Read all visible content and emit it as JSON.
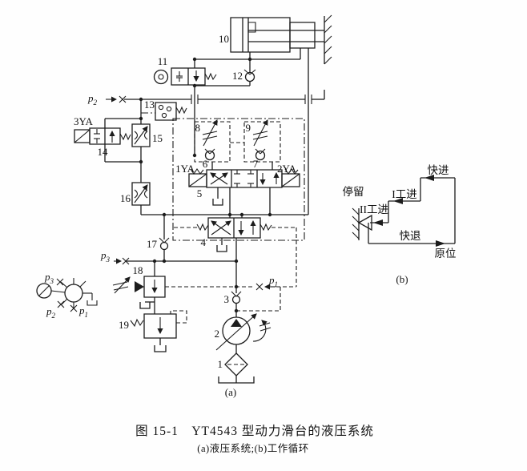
{
  "figure": {
    "caption_title": "图 15-1　YT4543 型动力滑台的液压系统",
    "caption_sub": "(a)液压系统;(b)工作循环",
    "label_a": "(a)",
    "label_b": "(b)"
  },
  "labels": {
    "n1": "1",
    "n2": "2",
    "n3": "3",
    "n4": "4",
    "n5": "5",
    "n6": "6",
    "n7": "7",
    "n8": "8",
    "n9": "9",
    "n10": "10",
    "n11": "11",
    "n12": "12",
    "n13": "13",
    "n14": "14",
    "n15": "15",
    "n16": "16",
    "n17": "17",
    "n18": "18",
    "n19": "19",
    "ya1": "1YA",
    "ya2": "2YA",
    "ya3": "3YA",
    "p": "p",
    "sub1": "1",
    "sub2": "2",
    "sub3": "3"
  },
  "cycle": {
    "rapid_advance": "快进",
    "feed_1": "I工进",
    "feed_2": "II工进",
    "dwell": "停留",
    "rapid_return": "快退",
    "home": "原位"
  },
  "colors": {
    "ink": "#1c1c1c",
    "paper": "#fefefe"
  }
}
